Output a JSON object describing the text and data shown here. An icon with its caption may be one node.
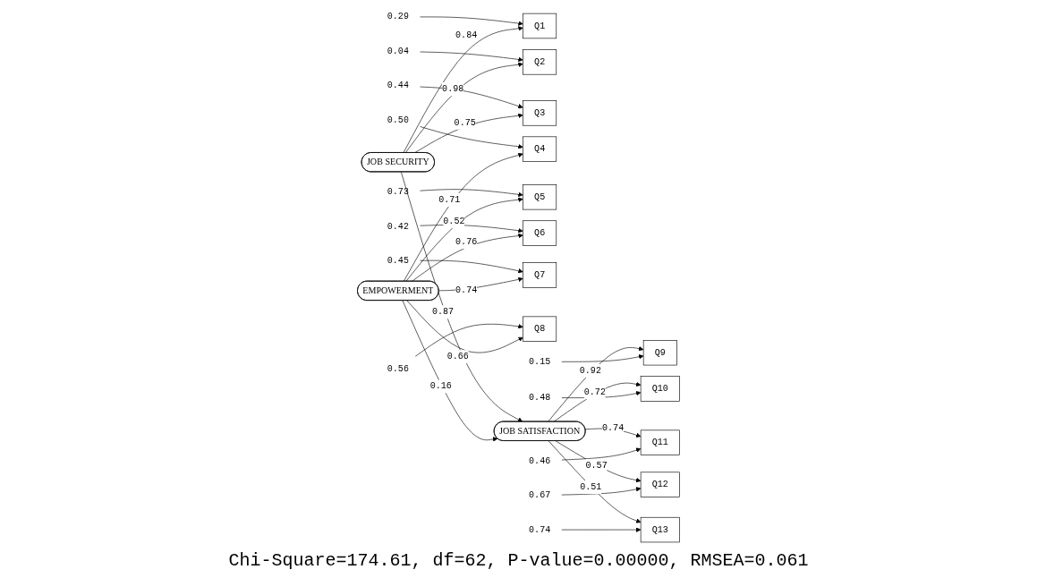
{
  "diagram": {
    "caption": "Chi-Square=174.61, df=62, P-value=0.00000, RMSEA=0.061",
    "nodes": [
      {
        "text": [
          "0.29"
        ]
      },
      {
        "text": [
          "Q1"
        ]
      },
      {
        "text": [
          "0.04"
        ]
      },
      {
        "text": [
          "Q2"
        ]
      },
      {
        "text": [
          "0.44"
        ]
      },
      {
        "text": [
          "Q3"
        ]
      },
      {
        "text": [
          "0.50"
        ]
      },
      {
        "text": [
          "Q4"
        ]
      },
      {
        "text": [
          "0.73"
        ]
      },
      {
        "text": [
          "Q5"
        ]
      },
      {
        "text": [
          "0.42"
        ]
      },
      {
        "text": [
          "Q6"
        ]
      },
      {
        "text": [
          "0.45"
        ]
      },
      {
        "text": [
          "Q7"
        ]
      },
      {
        "text": [
          "0.56"
        ]
      },
      {
        "text": [
          "Q8"
        ]
      },
      {
        "text": [
          "JOB SECURITY"
        ]
      },
      {
        "text": [
          "EMPOWERMENT"
        ]
      },
      {
        "text": [
          "JOB SATISFACTION"
        ]
      },
      {
        "text": [
          "Q9"
        ]
      },
      {
        "text": [
          "0.15"
        ]
      },
      {
        "text": [
          "Q10"
        ]
      },
      {
        "text": [
          "0.48"
        ]
      },
      {
        "text": [
          "Q11"
        ]
      },
      {
        "text": [
          "0.46"
        ]
      },
      {
        "text": [
          "Q12"
        ]
      },
      {
        "text": [
          "0.67"
        ]
      },
      {
        "text": [
          "Q13"
        ]
      },
      {
        "text": [
          "0.74"
        ]
      }
    ],
    "edges": [
      {
        "from": 0,
        "to": 1,
        "arrow": "to"
      },
      {
        "from": 2,
        "to": 3,
        "arrow": "to"
      },
      {
        "from": 4,
        "to": 5,
        "arrow": "to"
      },
      {
        "from": 6,
        "to": 7,
        "arrow": "to"
      },
      {
        "from": 8,
        "to": 9,
        "arrow": "to"
      },
      {
        "from": 10,
        "to": 11,
        "arrow": "to"
      },
      {
        "from": 12,
        "to": 13,
        "arrow": "to"
      },
      {
        "from": 14,
        "to": 15,
        "arrow": "to"
      },
      {
        "from": 16,
        "to": 1,
        "arrow": "to",
        "label": "0.84"
      },
      {
        "from": 16,
        "to": 3,
        "arrow": "to",
        "label": "0.98"
      },
      {
        "from": 16,
        "to": 5,
        "arrow": "to",
        "label": "0.75"
      },
      {
        "from": 17,
        "to": 7,
        "arrow": "to",
        "label": "0.71"
      },
      {
        "from": 17,
        "to": 9,
        "arrow": "to",
        "label": "0.52"
      },
      {
        "from": 17,
        "to": 11,
        "arrow": "to",
        "label": "0.76"
      },
      {
        "from": 17,
        "to": 13,
        "arrow": "to",
        "label": "0.74"
      },
      {
        "from": 17,
        "to": 15,
        "arrow": "to",
        "label": "0.66"
      },
      {
        "from": 16,
        "to": 18,
        "arrow": "to",
        "label": "0.87"
      },
      {
        "from": 17,
        "to": 18,
        "arrow": "to",
        "label": "0.16"
      },
      {
        "from": 18,
        "to": 19,
        "arrow": "to",
        "label": "0.92"
      },
      {
        "from": 18,
        "to": 21,
        "arrow": "to",
        "label": "0.72"
      },
      {
        "from": 18,
        "to": 23,
        "arrow": "to",
        "label": "0.74"
      },
      {
        "from": 18,
        "to": 25,
        "arrow": "to",
        "label": "0.57"
      },
      {
        "from": 18,
        "to": 27,
        "arrow": "to",
        "label": "0.51"
      },
      {
        "from": 20,
        "to": 19,
        "arrow": "to"
      },
      {
        "from": 22,
        "to": 21,
        "arrow": "to"
      },
      {
        "from": 24,
        "to": 23,
        "arrow": "to"
      },
      {
        "from": 26,
        "to": 25,
        "arrow": "to"
      },
      {
        "from": 28,
        "to": 27,
        "arrow": "to"
      }
    ]
  }
}
